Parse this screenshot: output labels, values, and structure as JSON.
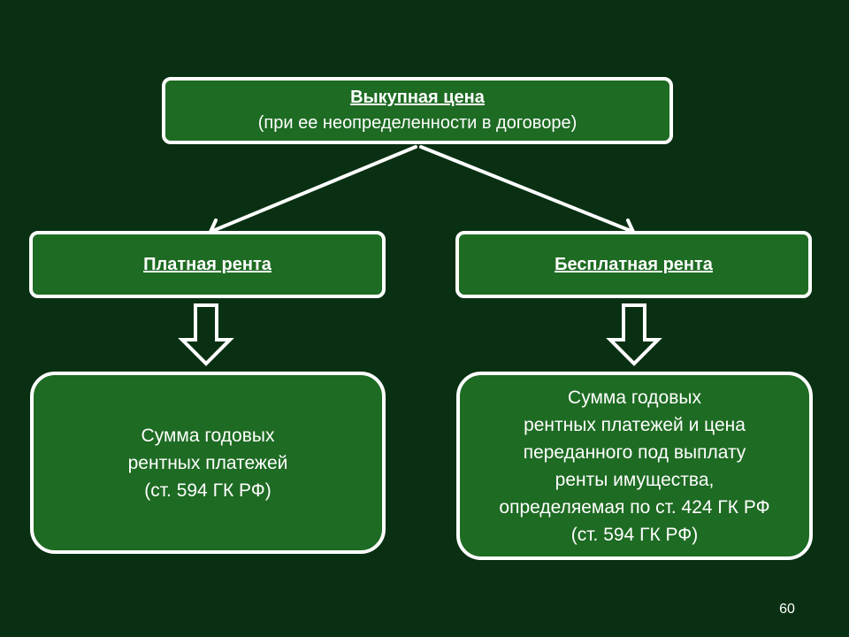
{
  "colors": {
    "background": "#093012",
    "box_fill": "#1e6b23",
    "border": "#ffffff",
    "text": "#ffffff"
  },
  "top_box": {
    "title": "Выкупная цена",
    "subtitle": "(при ее неопределенности в договоре)"
  },
  "left_branch": {
    "heading": "Платная рента",
    "result_lines": [
      "Сумма годовых",
      "рентных платежей",
      "(ст. 594 ГК РФ)"
    ]
  },
  "right_branch": {
    "heading": "Бесплатная рента",
    "result_lines": [
      "Сумма годовых",
      "рентных платежей и цена",
      "переданного под выплату",
      "ренты имущества,",
      "определяемая по ст. 424 ГК РФ",
      "(ст. 594 ГК РФ)"
    ]
  },
  "page_number": "60"
}
